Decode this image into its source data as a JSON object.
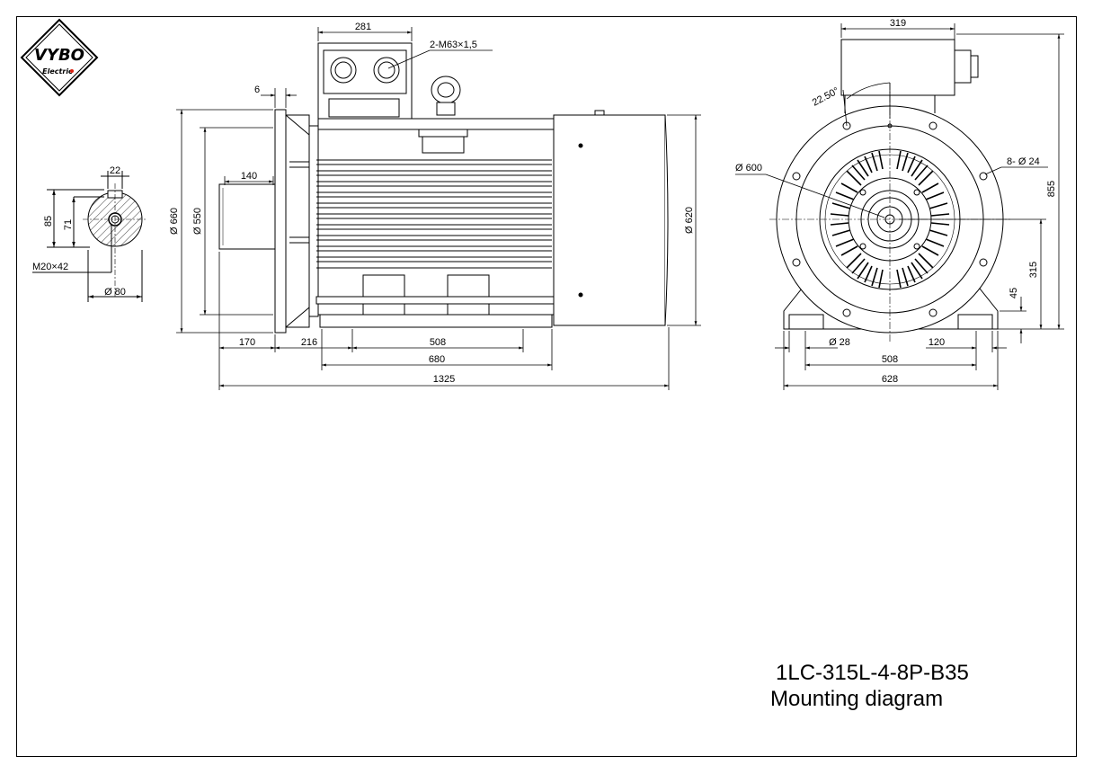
{
  "logo": {
    "brand": "VYBO",
    "sub": "Electric"
  },
  "title": {
    "model": "1LC-315L-4-8P-B35",
    "subtitle": "Mounting diagram"
  },
  "shaft_section": {
    "key_width": "22",
    "height_85": "85",
    "height_71": "71",
    "thread": "M20×42",
    "diameter": "Ø 80"
  },
  "side_view": {
    "terminal_box_width": "281",
    "cable_glands": "2-M63×1,5",
    "flange_thickness": "6",
    "shaft_offset": "140",
    "flange_diameter": "Ø 660",
    "spigot_diameter": "Ø 550",
    "fan_cover_diameter": "Ø 620",
    "shaft_length": "170",
    "c_dim": "216",
    "b_dim": "508",
    "foot_length": "680",
    "overall_length": "1325"
  },
  "end_view": {
    "box_width": "319",
    "angle": "22.50°",
    "pcd": "Ø 600",
    "flange_holes": "8- Ø 24",
    "overall_height": "855",
    "shaft_height": "315",
    "foot_thickness": "45",
    "foot_hole": "Ø 28",
    "foot_width": "120",
    "a_dim": "508",
    "overall_width": "628"
  }
}
